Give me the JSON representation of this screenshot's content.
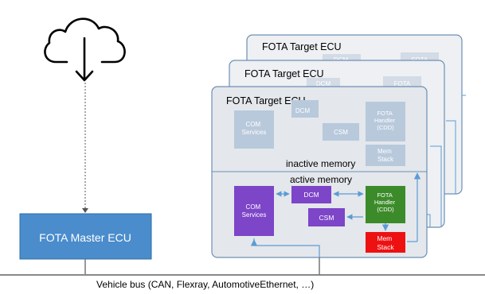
{
  "cloud": {
    "icon": "cloud-download-icon"
  },
  "master": {
    "label": "FOTA Master ECU",
    "color": "#4a8ccc"
  },
  "bus": {
    "label": "Vehicle bus (CAN, Flexray, AutomotiveEthernet, …)"
  },
  "targets": {
    "back_title": "FOTA Target ECU",
    "mid_title": "FOTA Target ECU",
    "front_title": "FOTA Target ECU",
    "faded_dcm": "DCM",
    "faded_fota": "FOTA",
    "back_fill": "#eef0f3",
    "frame_border": "#6d8fb5"
  },
  "inactive": {
    "label": "inactive memory",
    "com": "COM\nServices",
    "dcm": "DCM",
    "csm": "CSM",
    "fota": "FOTA\nHandler\n(CDD)",
    "mem": "Mem\nStack",
    "faded_color": "#b8c9dc"
  },
  "active": {
    "label": "active memory",
    "com": "COM\nServices",
    "dcm": "DCM",
    "csm": "CSM",
    "fota": "FOTA\nHandler\n(CDD)",
    "mem": "Mem\nStack",
    "purple": "#7d45c8",
    "green": "#3c8b2a",
    "red": "#ee1111"
  }
}
